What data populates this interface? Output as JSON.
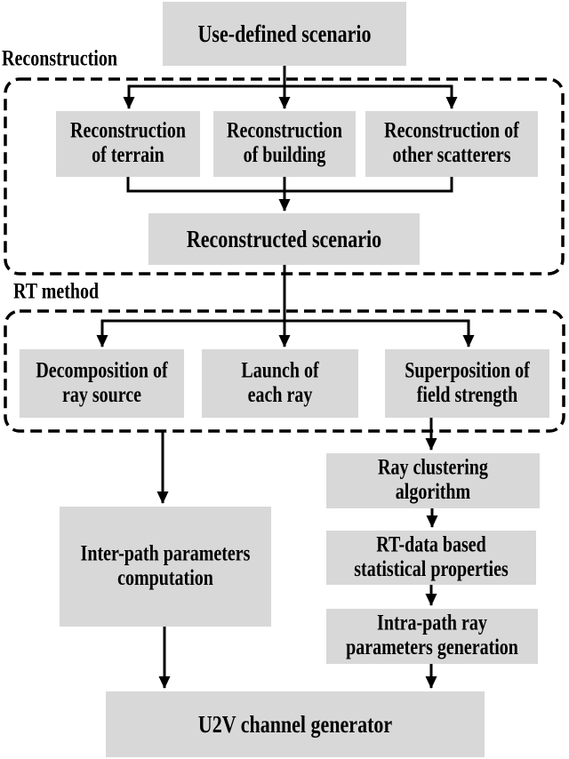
{
  "diagram": {
    "sections": {
      "reconstruction": {
        "label": "Reconstruction"
      },
      "rt_method": {
        "label": "RT method"
      }
    },
    "nodes": {
      "use_defined_scenario": {
        "label": "Use-defined scenario"
      },
      "recon_terrain": {
        "label": "Reconstruction\nof terrain"
      },
      "recon_building": {
        "label": "Reconstruction\nof building"
      },
      "recon_scatterers": {
        "label": "Reconstruction of\nother scatterers"
      },
      "reconstructed_scenario": {
        "label": "Reconstructed scenario"
      },
      "decomposition": {
        "label": "Decomposition of\nray source"
      },
      "launch": {
        "label": "Launch of\neach ray"
      },
      "superposition": {
        "label": "Superposition of\nfield strength"
      },
      "ray_clustering": {
        "label": "Ray clustering\nalgorithm"
      },
      "rt_data": {
        "label": "RT-data based\nstatistical properties"
      },
      "intra_path": {
        "label": "Intra-path ray\nparameters generation"
      },
      "inter_path": {
        "label": "Inter-path parameters\ncomputation"
      },
      "u2v_generator": {
        "label": "U2V channel generator"
      }
    },
    "edges": [
      {
        "from": "use_defined_scenario",
        "to": "recon_terrain"
      },
      {
        "from": "use_defined_scenario",
        "to": "recon_building"
      },
      {
        "from": "use_defined_scenario",
        "to": "recon_scatterers"
      },
      {
        "from": "recon_terrain",
        "to": "reconstructed_scenario"
      },
      {
        "from": "recon_building",
        "to": "reconstructed_scenario"
      },
      {
        "from": "recon_scatterers",
        "to": "reconstructed_scenario"
      },
      {
        "from": "reconstructed_scenario",
        "to": "decomposition"
      },
      {
        "from": "reconstructed_scenario",
        "to": "launch"
      },
      {
        "from": "reconstructed_scenario",
        "to": "superposition"
      },
      {
        "from": "rt_method_section",
        "to": "inter_path"
      },
      {
        "from": "superposition",
        "to": "ray_clustering"
      },
      {
        "from": "ray_clustering",
        "to": "rt_data"
      },
      {
        "from": "rt_data",
        "to": "intra_path"
      },
      {
        "from": "intra_path",
        "to": "u2v_generator"
      },
      {
        "from": "inter_path",
        "to": "u2v_generator"
      }
    ],
    "colors": {
      "node_fill": "#d8d8d8",
      "line": "#000000",
      "text": "#000000",
      "background": "#ffffff"
    }
  }
}
